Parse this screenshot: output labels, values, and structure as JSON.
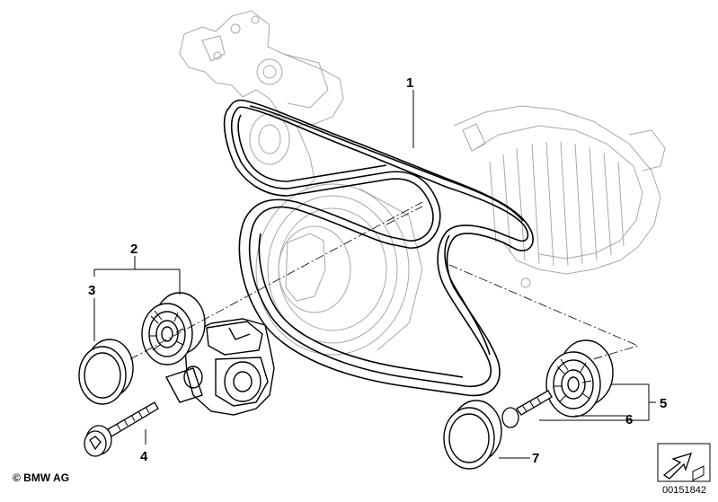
{
  "callouts": [
    {
      "id": "1",
      "label": "1"
    },
    {
      "id": "2",
      "label": "2"
    },
    {
      "id": "3",
      "label": "3"
    },
    {
      "id": "4",
      "label": "4"
    },
    {
      "id": "5",
      "label": "5"
    },
    {
      "id": "6",
      "label": "6"
    },
    {
      "id": "7",
      "label": "7"
    }
  ],
  "footer": {
    "copyright": "© BMW AG",
    "diagram_id": "00151842"
  },
  "colors": {
    "line": "#000000",
    "ghost_line": "#9a9a9a",
    "background": "#ffffff"
  }
}
